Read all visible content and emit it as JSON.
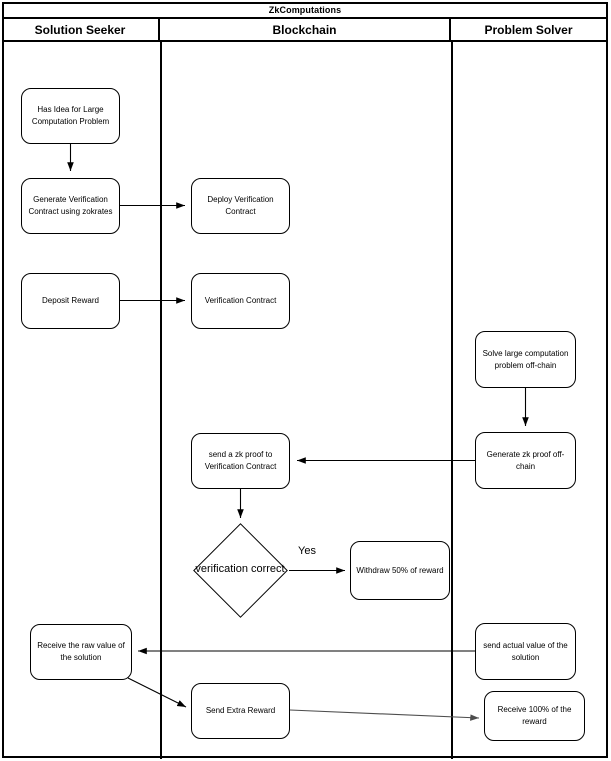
{
  "pool": {
    "title": "ZkComputations"
  },
  "lanes": [
    {
      "id": "solution-seeker",
      "label": "Solution Seeker"
    },
    {
      "id": "blockchain",
      "label": "Blockchain"
    },
    {
      "id": "problem-solver",
      "label": "Problem Solver"
    }
  ],
  "nodes": {
    "has_idea": "Has Idea for Large Computation Problem",
    "generate_verification_contract": "Generate Verification Contract using zokrates",
    "deploy_verification_contract": "Deploy Verification Contract",
    "deposit_reward": "Deposit Reward",
    "verification_contract": "Verification Contract",
    "solve_large_computation": "Solve large computation problem off-chain",
    "generate_zk_proof": "Generate zk proof off-chain",
    "send_zk_proof": "send a zk proof to Verification Contract",
    "verification_correct": "verification correct",
    "withdraw_50": "Withdraw 50% of reward",
    "receive_raw_value": "Receive the raw value of the solution",
    "send_actual_value": "send actual value of the solution",
    "send_extra_reward": "Send Extra Reward",
    "receive_100": "Receive 100% of the reward"
  },
  "edge_labels": {
    "yes": "Yes"
  },
  "colors": {
    "stroke": "#000000",
    "fill": "#ffffff",
    "diagonal_stroke": "#4d4d4d"
  }
}
